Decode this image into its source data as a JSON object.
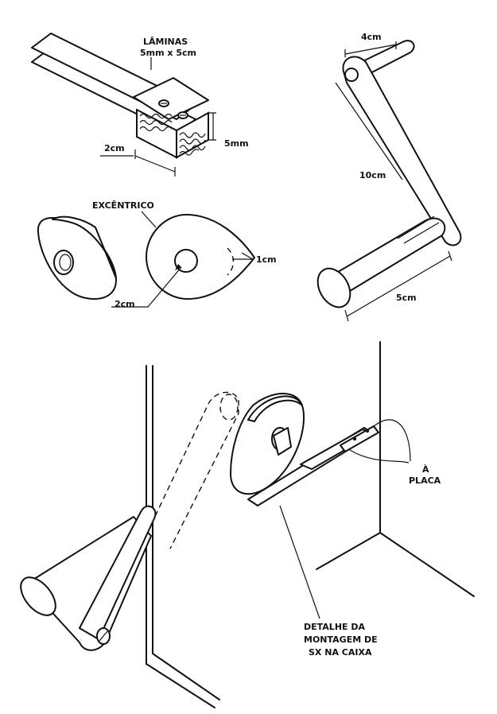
{
  "labels": {
    "laminas_title": "LÂMINAS",
    "laminas_size": "5mm x 5cm",
    "dim_2cm_top": "2cm",
    "dim_5mm": "5mm",
    "excentrico": "EXCÊNTRICO",
    "dim_1cm": "1cm",
    "dim_2cm_eccentric": "2cm",
    "dim_4cm": "4cm",
    "dim_10cm": "10cm",
    "dim_5cm": "5cm",
    "a_placa_line1": "À",
    "a_placa_line2": "PLACA",
    "detail_line1": "DETALHE DA",
    "detail_line2": "MONTAGEM DE",
    "detail_line3": "SX NA CAIXA"
  }
}
